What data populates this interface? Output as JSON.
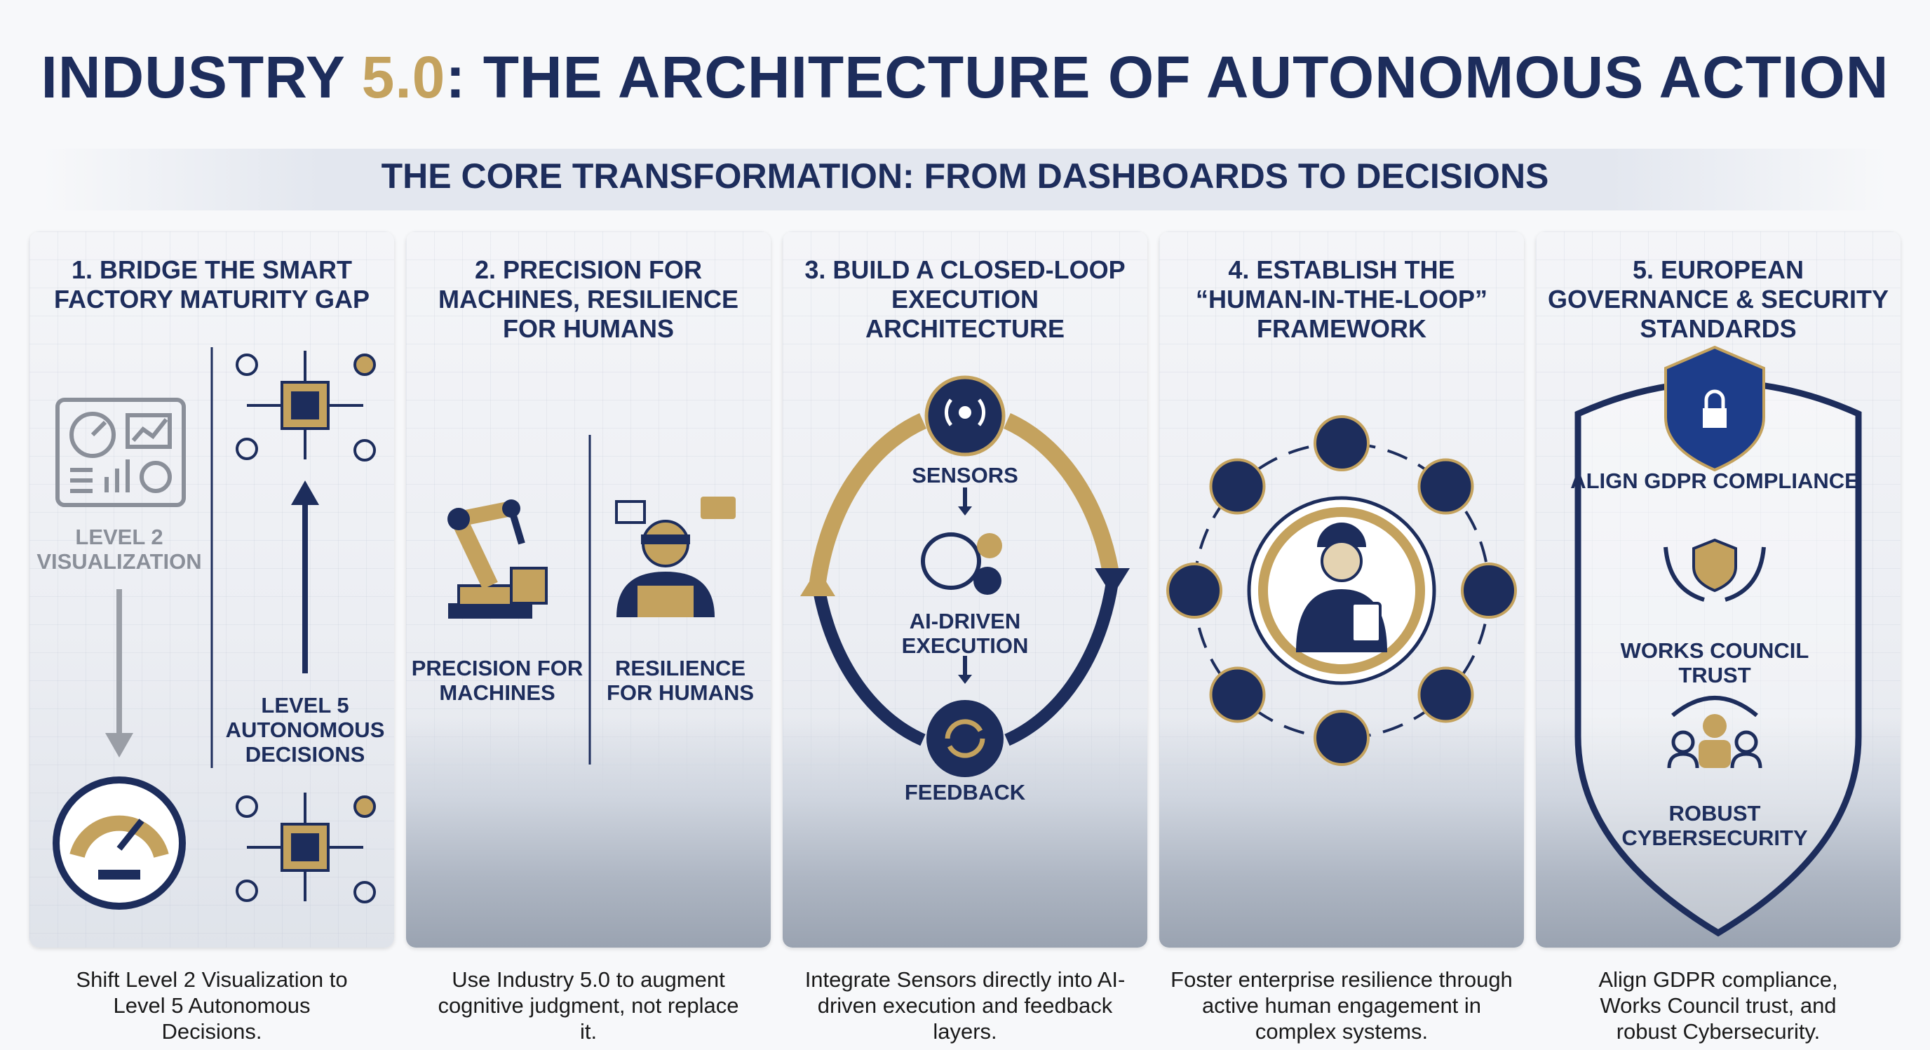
{
  "title": {
    "part1": "INDUSTRY ",
    "highlight": "5.0",
    "part2": ": THE ARCHITECTURE OF AUTONOMOUS ACTION"
  },
  "subtitle": "THE CORE TRANSFORMATION: FROM DASHBOARDS TO DECISIONS",
  "colors": {
    "navy": "#1d2d5c",
    "gold": "#c4a25e",
    "gray": "#8a8f99"
  },
  "panels": [
    {
      "heading": "1. BRIDGE THE SMART FACTORY MATURITY GAP",
      "labels": [
        "LEVEL 2 VISUALIZATION",
        "LEVEL 5 AUTONOMOUS DECISIONS"
      ],
      "icons": [
        "dashboard-icon",
        "gauge-icon",
        "chip-network-icon",
        "arrow-up-icon",
        "arrow-down-icon"
      ],
      "caption": "Shift Level 2 Visualization to Level 5 Autonomous Decisions."
    },
    {
      "heading": "2. PRECISION FOR MACHINES, RESILIENCE FOR HUMANS",
      "labels": [
        "PRECISION FOR MACHINES",
        "RESILIENCE FOR HUMANS"
      ],
      "icons": [
        "robot-arm-icon",
        "person-laptop-icon"
      ],
      "caption": "Use Industry 5.0 to augment cognitive judgment, not replace it."
    },
    {
      "heading": "3. BUILD A CLOSED-LOOP EXECUTION ARCHITECTURE",
      "labels": [
        "SENSORS",
        "AI-DRIVEN EXECUTION",
        "FEEDBACK"
      ],
      "icons": [
        "sensor-icon",
        "brain-gear-icon",
        "refresh-icon"
      ],
      "caption": "Integrate Sensors directly into AI-driven execution and feedback layers."
    },
    {
      "heading": "4. ESTABLISH THE “HUMAN-IN-THE-LOOP” FRAMEWORK",
      "labels": [],
      "icons": [
        "worker-tablet-icon",
        "network-node-icon"
      ],
      "caption": "Foster enterprise resilience through active human engagement in complex systems."
    },
    {
      "heading": "5. EUROPEAN GOVERNANCE & SECURITY STANDARDS",
      "labels": [
        "ALIGN GDPR COMPLIANCE",
        "WORKS COUNCIL TRUST",
        "ROBUST CYBERSECURITY"
      ],
      "icons": [
        "eu-shield-lock-icon",
        "hands-shield-icon",
        "people-group-icon"
      ],
      "caption": "Align GDPR compliance, Works Council trust, and robust Cybersecurity."
    }
  ]
}
